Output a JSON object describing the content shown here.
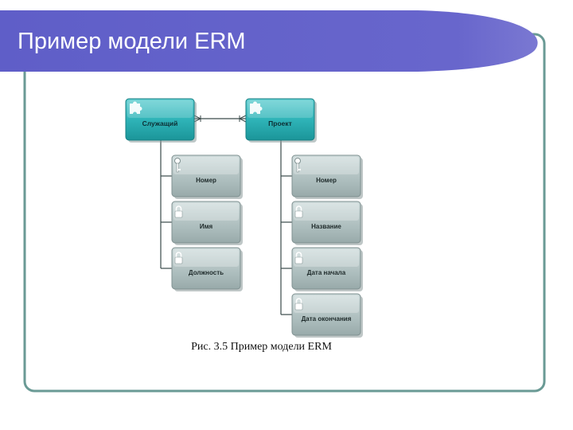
{
  "slide": {
    "title": "Пример модели ERM",
    "caption": "Рис. 3.5 Пример модели ERM"
  },
  "colors": {
    "title_banner": "#6563c9",
    "frame_border": "#6a9a95",
    "entity_fill": "#2db3b7",
    "attribute_fill": "#aebdbd"
  },
  "diagram": {
    "relationship": {
      "from": "Служащий",
      "to": "Проект"
    },
    "entities": [
      {
        "name": "Служащий",
        "icon": "puzzle-icon",
        "attributes": [
          {
            "name": "Номер",
            "icon": "key-icon"
          },
          {
            "name": "Имя",
            "icon": "lock-icon"
          },
          {
            "name": "Должность",
            "icon": "lock-icon"
          }
        ]
      },
      {
        "name": "Проект",
        "icon": "puzzle-icon",
        "attributes": [
          {
            "name": "Номер",
            "icon": "key-icon"
          },
          {
            "name": "Название",
            "icon": "lock-icon"
          },
          {
            "name": "Дата начала",
            "icon": "lock-icon"
          },
          {
            "name": "Дата окончания",
            "icon": "lock-icon"
          }
        ]
      }
    ]
  }
}
